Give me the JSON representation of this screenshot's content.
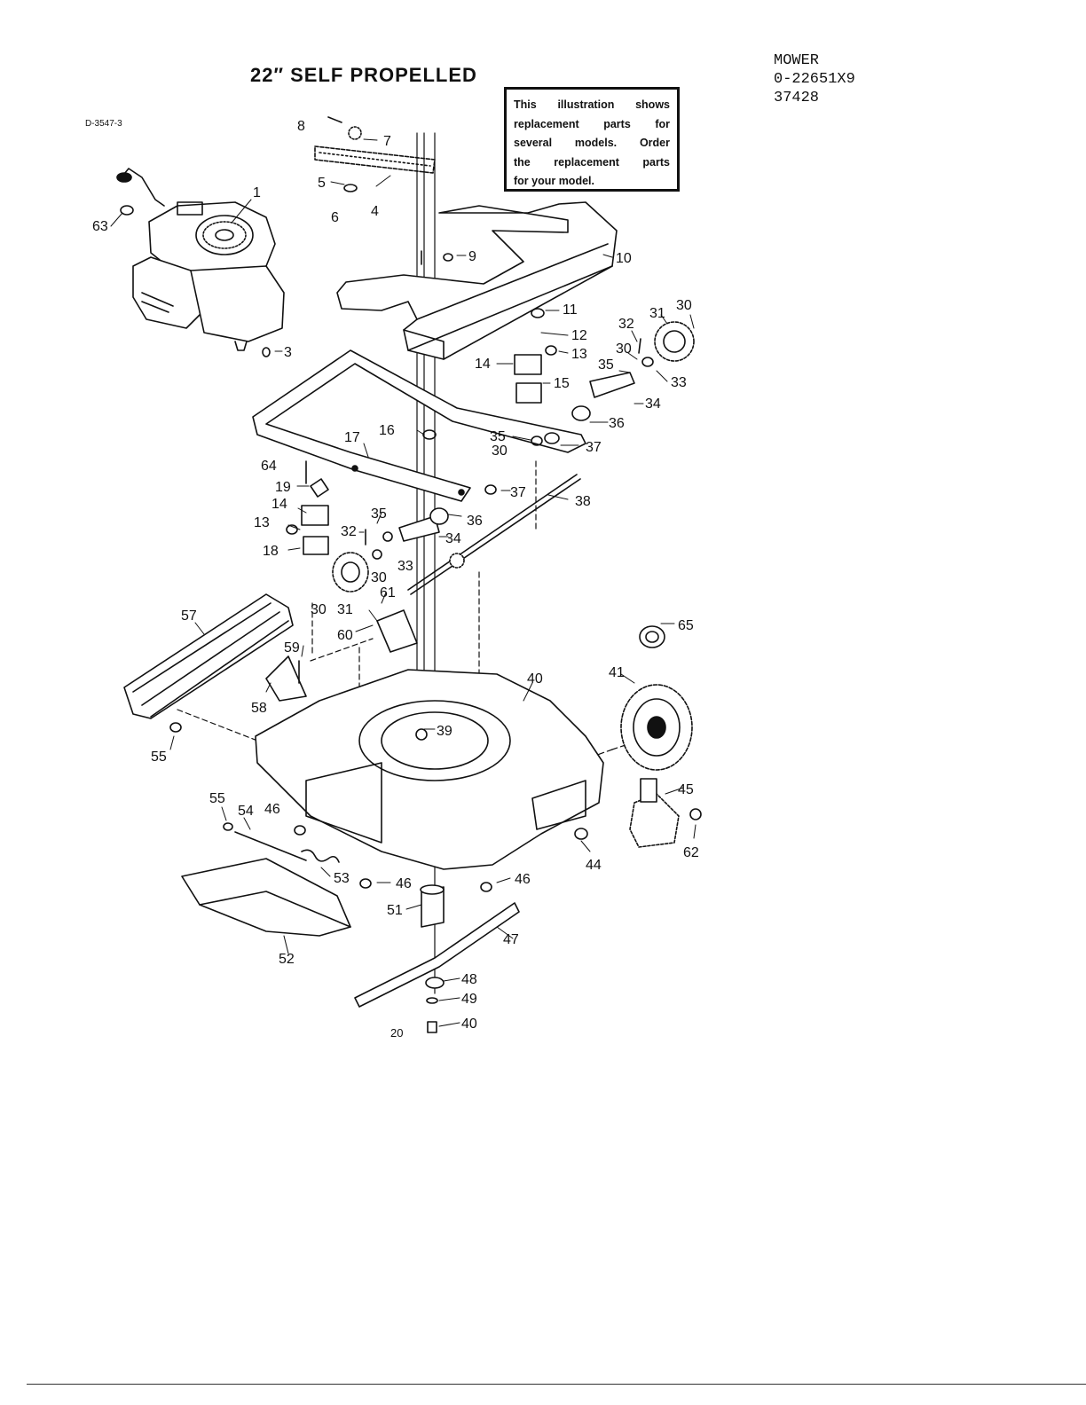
{
  "header": {
    "title": "22″ SELF PROPELLED",
    "drawing_id": "D-3547-3",
    "product": "MOWER",
    "model_number": "0-22651X9",
    "code": "37428"
  },
  "notice": {
    "lines": [
      "This illustration shows",
      "replacement parts for",
      "several models. Order",
      "the replacement parts",
      "for your model."
    ]
  },
  "page_number": "20",
  "parts": {
    "p1": "1",
    "p3": "3",
    "p4": "4",
    "p5": "5",
    "p6": "6",
    "p7": "7",
    "p8": "8",
    "p9": "9",
    "p10": "10",
    "p11": "11",
    "p12": "12",
    "p13a": "13",
    "p13b": "13",
    "p14a": "14",
    "p14b": "14",
    "p15": "15",
    "p16": "16",
    "p17": "17",
    "p18": "18",
    "p19": "19",
    "p30a": "30",
    "p30b": "30",
    "p30c": "30",
    "p30d": "30",
    "p30e": "30",
    "p31a": "31",
    "p31b": "31",
    "p32a": "32",
    "p32b": "32",
    "p33a": "33",
    "p33b": "33",
    "p34a": "34",
    "p34b": "34",
    "p35a": "35",
    "p35b": "35",
    "p35c": "35",
    "p36a": "36",
    "p36b": "36",
    "p37a": "37",
    "p37b": "37",
    "p38": "38",
    "p39": "39",
    "p40a": "40",
    "p40b": "40",
    "p41": "41",
    "p44": "44",
    "p45": "45",
    "p46a": "46",
    "p46b": "46",
    "p46c": "46",
    "p47": "47",
    "p48": "48",
    "p49": "49",
    "p51": "51",
    "p52": "52",
    "p53": "53",
    "p54": "54",
    "p55a": "55",
    "p55b": "55",
    "p57": "57",
    "p58": "58",
    "p59": "59",
    "p60": "60",
    "p61": "61",
    "p62": "62",
    "p63": "63",
    "p64": "64",
    "p65": "65"
  }
}
